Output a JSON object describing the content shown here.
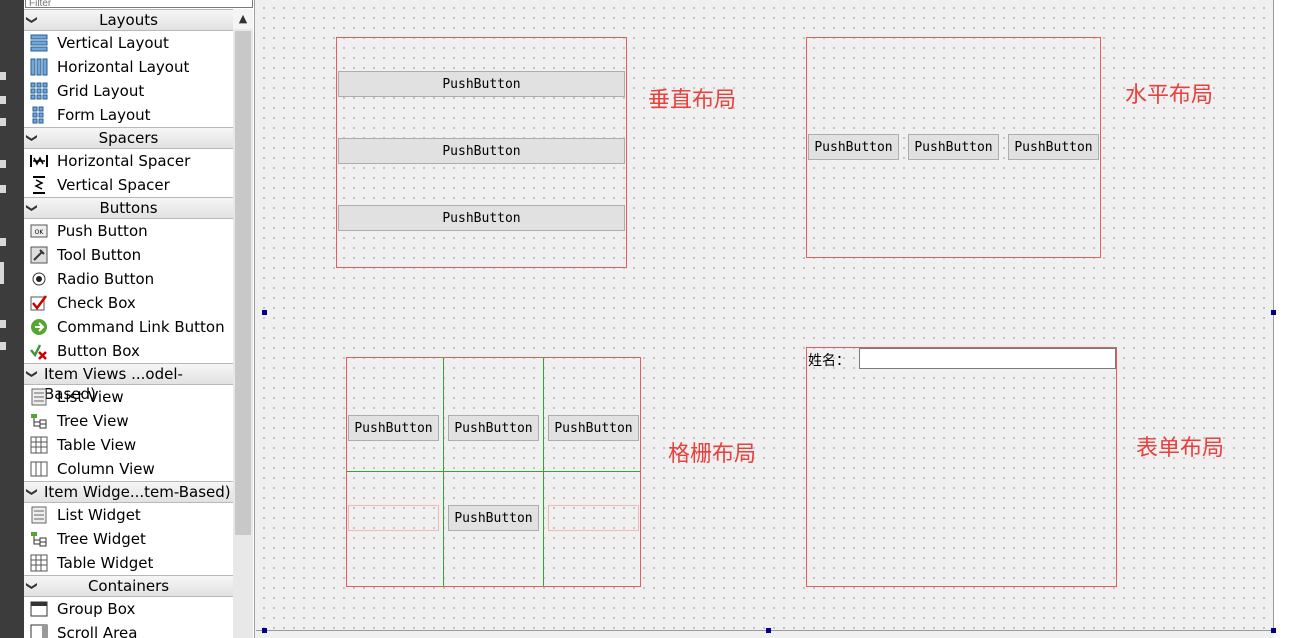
{
  "widget_box": {
    "filter_placeholder": "Filter",
    "categories": [
      {
        "name": "Layouts",
        "items": [
          {
            "label": "Vertical Layout",
            "icon": "vertical-layout-icon"
          },
          {
            "label": "Horizontal Layout",
            "icon": "horizontal-layout-icon"
          },
          {
            "label": "Grid Layout",
            "icon": "grid-layout-icon"
          },
          {
            "label": "Form Layout",
            "icon": "form-layout-icon"
          }
        ]
      },
      {
        "name": "Spacers",
        "items": [
          {
            "label": "Horizontal Spacer",
            "icon": "horizontal-spacer-icon"
          },
          {
            "label": "Vertical Spacer",
            "icon": "vertical-spacer-icon"
          }
        ]
      },
      {
        "name": "Buttons",
        "items": [
          {
            "label": "Push Button",
            "icon": "push-button-icon"
          },
          {
            "label": "Tool Button",
            "icon": "tool-button-icon"
          },
          {
            "label": "Radio Button",
            "icon": "radio-button-icon"
          },
          {
            "label": "Check Box",
            "icon": "check-box-icon"
          },
          {
            "label": "Command Link Button",
            "icon": "command-link-icon"
          },
          {
            "label": "Button Box",
            "icon": "button-box-icon"
          }
        ]
      },
      {
        "name": "Item Views ...odel-Based)",
        "items": [
          {
            "label": "List View",
            "icon": "list-view-icon"
          },
          {
            "label": "Tree View",
            "icon": "tree-view-icon"
          },
          {
            "label": "Table View",
            "icon": "table-view-icon"
          },
          {
            "label": "Column View",
            "icon": "column-view-icon"
          }
        ]
      },
      {
        "name": "Item Widge...tem-Based)",
        "items": [
          {
            "label": "List Widget",
            "icon": "list-widget-icon"
          },
          {
            "label": "Tree Widget",
            "icon": "tree-widget-icon"
          },
          {
            "label": "Table Widget",
            "icon": "table-widget-icon"
          }
        ]
      },
      {
        "name": "Containers",
        "items": [
          {
            "label": "Group Box",
            "icon": "group-box-icon"
          },
          {
            "label": "Scroll Area",
            "icon": "scroll-area-icon"
          }
        ]
      }
    ]
  },
  "form": {
    "vertical": {
      "label": "垂直布局",
      "buttons": [
        "PushButton",
        "PushButton",
        "PushButton"
      ]
    },
    "horizontal": {
      "label": "水平布局",
      "buttons": [
        "PushButton",
        "PushButton",
        "PushButton"
      ]
    },
    "grid": {
      "label": "格栅布局",
      "buttons": [
        "PushButton",
        "PushButton",
        "PushButton",
        "PushButton"
      ]
    },
    "formlayout": {
      "label": "表单布局",
      "field_label": "姓名：",
      "field_value": ""
    }
  },
  "colors": {
    "layout_border": "#e06060",
    "label_text": "#e8403c",
    "grid_line": "#3aa03a",
    "handle": "#00008b"
  }
}
